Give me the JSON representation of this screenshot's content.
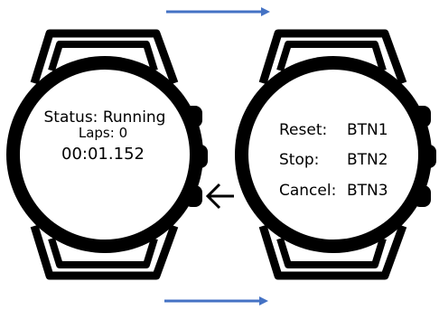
{
  "watch_left": {
    "status": "Status: Running",
    "laps": "Laps: 0",
    "time": "00:01.152"
  },
  "watch_right": {
    "menu": [
      {
        "action": "Reset:",
        "button": "BTN1"
      },
      {
        "action": "Stop:",
        "button": "BTN2"
      },
      {
        "action": "Cancel:",
        "button": "BTN3"
      }
    ]
  },
  "colors": {
    "flow_arrow": "#4472C4",
    "outline": "#000000"
  },
  "icons": {
    "flow_arrow": "arrow-right-icon",
    "button_press": "arrow-left-icon"
  }
}
